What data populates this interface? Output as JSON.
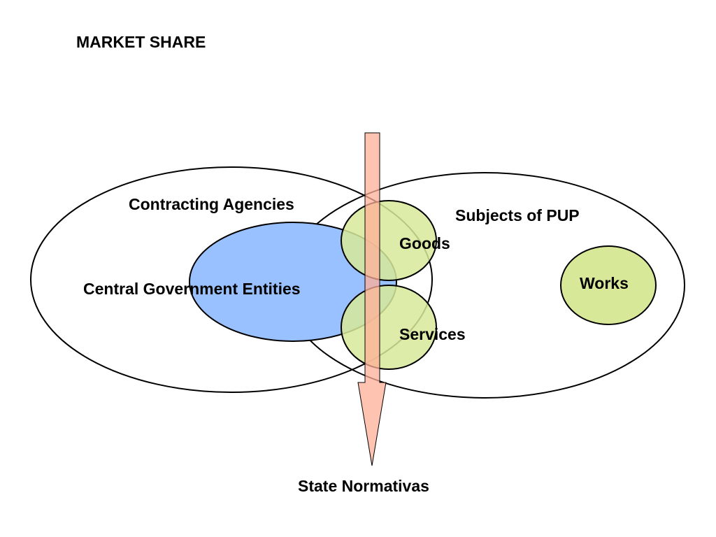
{
  "page": {
    "title": "MARKET SHARE"
  },
  "diagram": {
    "labels": {
      "contracting_agencies": "Contracting Agencies",
      "subjects_of_pup": "Subjects of PUP",
      "central_government_entities": "Central Government Entities",
      "goods": "Goods",
      "services": "Services",
      "works": "Works",
      "state_normativas": "State Normativas"
    },
    "colors": {
      "central_government_fill": "#99c0ff",
      "category_fill": "#d7e999",
      "arrow_fill": "#ffaf98",
      "stroke": "#000000"
    }
  }
}
